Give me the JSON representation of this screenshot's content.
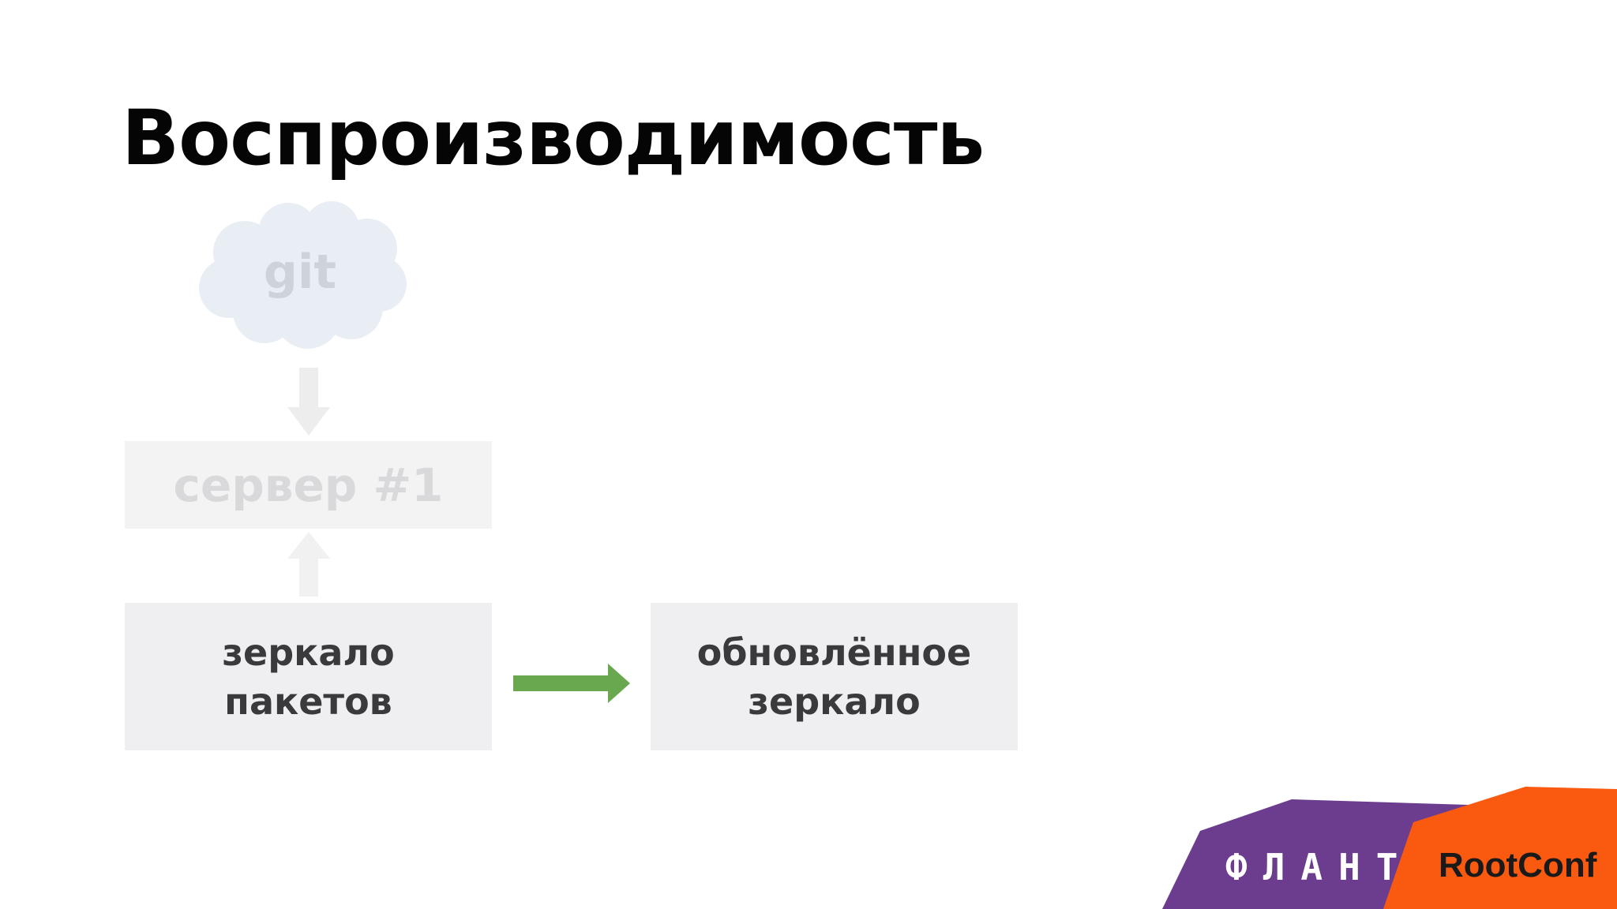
{
  "slide": {
    "title": "Воспроизводимость"
  },
  "diagram": {
    "cloud_label": "git",
    "server_label": "сервер #1",
    "mirror_label": "зеркало\nпакетов",
    "updated_mirror_label": "обновлённое\nзеркало"
  },
  "branding": {
    "flant": "ФЛАНТ",
    "rootconf": "RootConf"
  },
  "colors": {
    "green_arrow": "#6aa84f",
    "flant_purple": "#6c3d8f",
    "rootconf_orange": "#fa5a0f"
  }
}
